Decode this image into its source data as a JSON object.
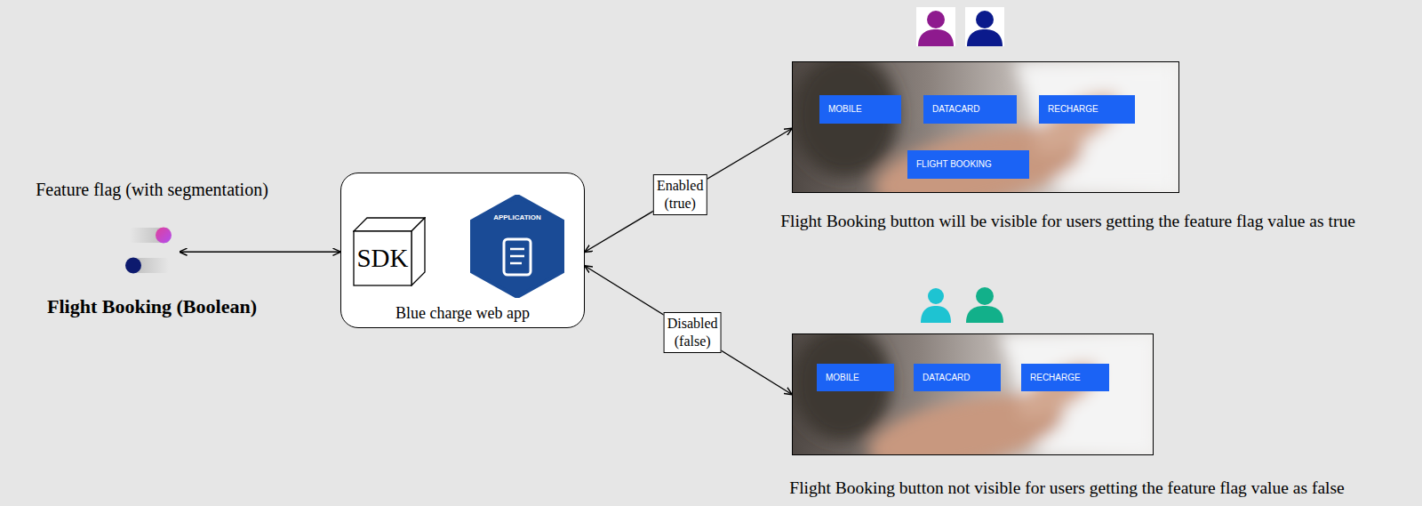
{
  "diagram": {
    "nodes": [
      {
        "text": [
          "Feature flag (with segmentation)",
          "Flight Booking (Boolean)"
        ]
      },
      {
        "text": [
          "Blue charge web app"
        ]
      },
      {
        "text": [
          "SDK"
        ],
        "in": 1
      },
      {
        "text": [
          "APPLICATION"
        ],
        "in": 1
      },
      {
        "text": [
          "Flight Booking button will be visible for users getting the feature flag value as true"
        ]
      },
      {
        "text": [
          "MOBILE"
        ],
        "in": 4
      },
      {
        "text": [
          "DATACARD"
        ],
        "in": 4
      },
      {
        "text": [
          "RECHARGE"
        ],
        "in": 4
      },
      {
        "text": [
          "FLIGHT BOOKING"
        ],
        "in": 4
      },
      {
        "text": [
          "Flight Booking button not visible for users getting the feature flag value as false"
        ]
      },
      {
        "text": [
          "MOBILE"
        ],
        "in": 9
      },
      {
        "text": [
          "DATACARD"
        ],
        "in": 9
      },
      {
        "text": [
          "RECHARGE"
        ],
        "in": 9
      }
    ],
    "edges": [
      {
        "from": 0,
        "to": 1,
        "arrow": "both"
      },
      {
        "from": 1,
        "to": 4,
        "arrow": "both",
        "label": "Enabled (true)"
      },
      {
        "from": 1,
        "to": 9,
        "arrow": "both",
        "label": "Disabled (false)"
      }
    ]
  }
}
